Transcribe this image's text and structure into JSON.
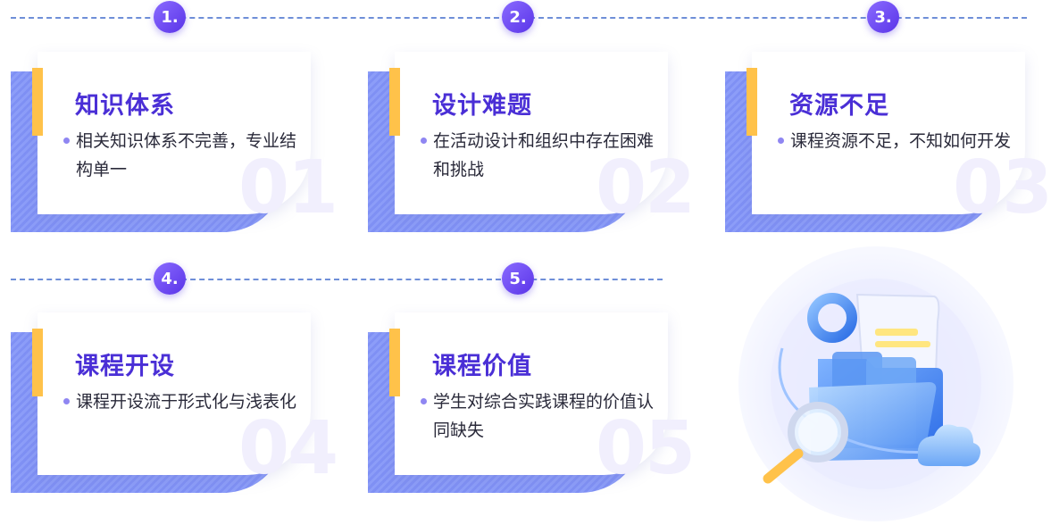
{
  "steps": [
    {
      "badge": "1.",
      "title": "知识体系",
      "desc": "相关知识体系不完善，专业结构单一",
      "watermark": "01"
    },
    {
      "badge": "2.",
      "title": "设计难题",
      "desc": "在活动设计和组织中存在困难和挑战",
      "watermark": "02"
    },
    {
      "badge": "3.",
      "title": "资源不足",
      "desc": "课程资源不足，不知如何开发",
      "watermark": "03"
    },
    {
      "badge": "4.",
      "title": "课程开设",
      "desc": "课程开设流于形式化与浅表化",
      "watermark": "04"
    },
    {
      "badge": "5.",
      "title": "课程价值",
      "desc": "学生对综合实践课程的价值认同缺失",
      "watermark": "05"
    }
  ],
  "colors": {
    "accent_purple": "#4a2fd6",
    "badge_purple": "#6a44ee",
    "accent_yellow": "#ffc24a",
    "card_back_blue": "#8c9df8",
    "dash_blue": "#6f8fd8"
  },
  "illustration": {
    "icon": "folder-magnifier-cloud-illustration"
  }
}
